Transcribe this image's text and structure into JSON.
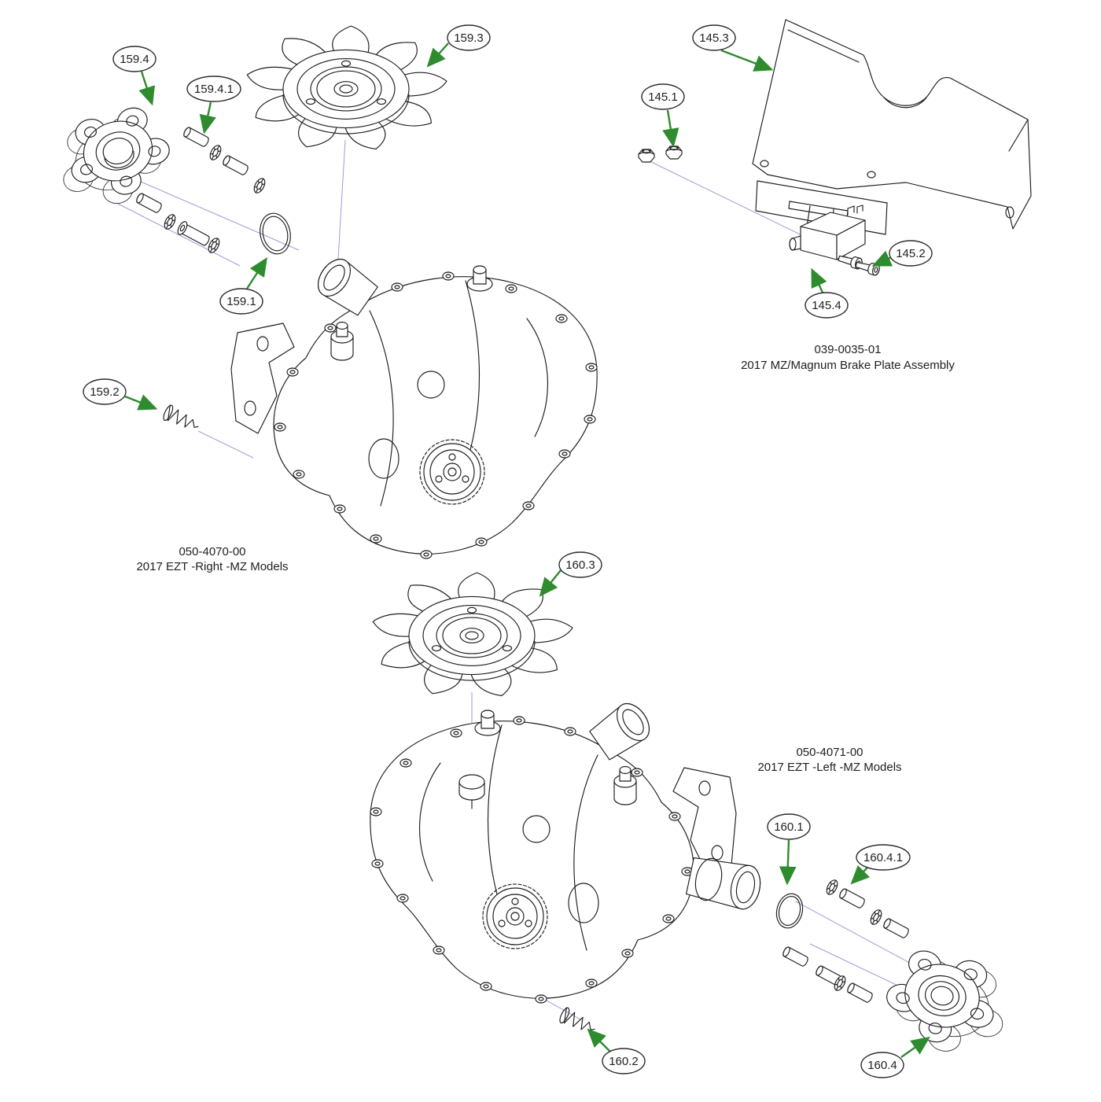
{
  "page": {
    "background": "#ffffff"
  },
  "colors": {
    "line": "#1d1d1f",
    "callout_stroke": "#2b2b2b",
    "arrow_green": "#2e8b2e",
    "guide_line": "#9a9fd6"
  },
  "assemblies": [
    {
      "part_number": "050-4070-00",
      "title": "2017 EZT -Right -MZ Models",
      "callouts": [
        "159.4",
        "159.4.1",
        "159.3",
        "159.1",
        "159.2"
      ]
    },
    {
      "part_number": "039-0035-01",
      "title": "2017 MZ/Magnum Brake Plate Assembly",
      "callouts": [
        "145.3",
        "145.1",
        "145.2",
        "145.4"
      ]
    },
    {
      "part_number": "050-4071-00",
      "title": "2017 EZT -Left -MZ Models",
      "callouts": [
        "160.3",
        "160.1",
        "160.4.1",
        "160.2",
        "160.4"
      ]
    }
  ]
}
